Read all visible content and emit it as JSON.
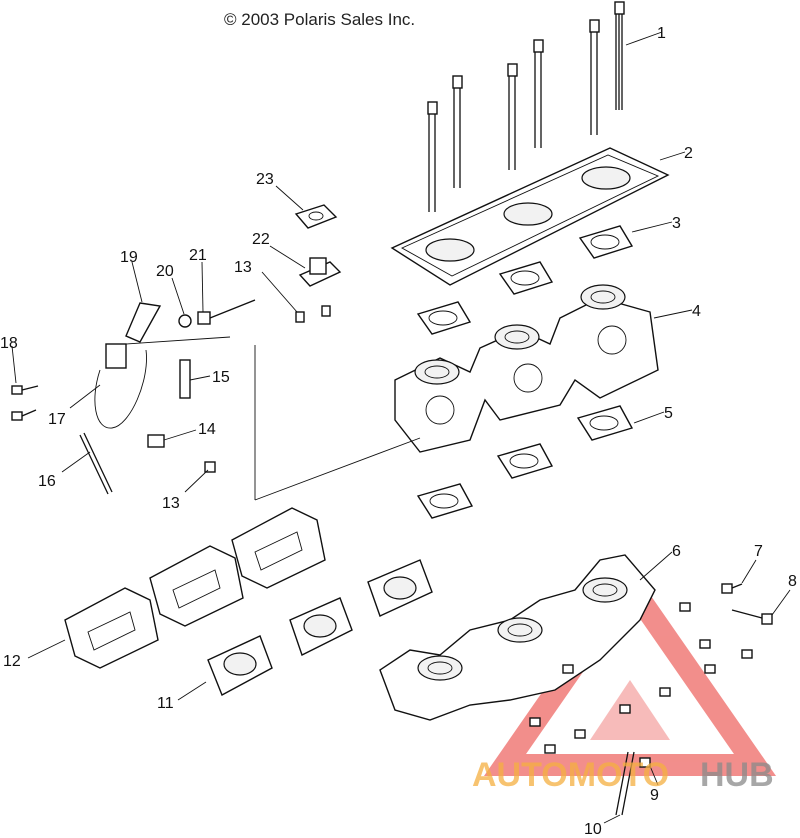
{
  "header": {
    "copyright": "© 2003 Polaris Sales Inc."
  },
  "callouts": [
    {
      "id": "c1",
      "label": "1"
    },
    {
      "id": "c2",
      "label": "2"
    },
    {
      "id": "c3",
      "label": "3"
    },
    {
      "id": "c4",
      "label": "4"
    },
    {
      "id": "c5",
      "label": "5"
    },
    {
      "id": "c6",
      "label": "6"
    },
    {
      "id": "c7",
      "label": "7"
    },
    {
      "id": "c8",
      "label": "8"
    },
    {
      "id": "c9",
      "label": "9"
    },
    {
      "id": "c10",
      "label": "10"
    },
    {
      "id": "c11",
      "label": "11"
    },
    {
      "id": "c12",
      "label": "12"
    },
    {
      "id": "c13a",
      "label": "13"
    },
    {
      "id": "c13b",
      "label": "13"
    },
    {
      "id": "c14",
      "label": "14"
    },
    {
      "id": "c15",
      "label": "15"
    },
    {
      "id": "c16",
      "label": "16"
    },
    {
      "id": "c17",
      "label": "17"
    },
    {
      "id": "c18",
      "label": "18"
    },
    {
      "id": "c19",
      "label": "19"
    },
    {
      "id": "c20",
      "label": "20"
    },
    {
      "id": "c21",
      "label": "21"
    },
    {
      "id": "c22",
      "label": "22"
    },
    {
      "id": "c23",
      "label": "23"
    }
  ],
  "watermark": {
    "part1": "AUTOMOTO",
    "part2": "HUB",
    "color_red": "#e8322e",
    "color_orange": "#f5b041",
    "color_gray": "#8a8a8a"
  }
}
